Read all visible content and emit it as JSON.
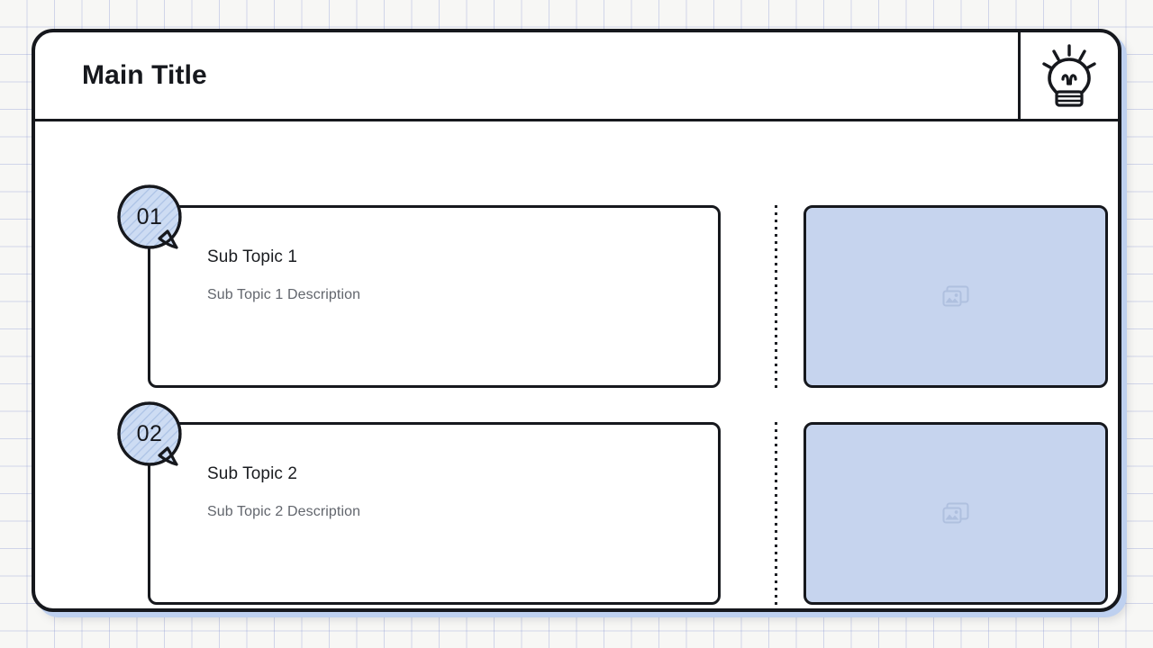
{
  "slide": {
    "header": {
      "title": "Main Title",
      "icon": "lightbulb-icon"
    },
    "accent_color": "#c6d4ee",
    "outline_color": "#16181d",
    "items": [
      {
        "number": "01",
        "title": "Sub Topic 1",
        "description": "Sub Topic 1 Description",
        "media_placeholder_icon": "image-placeholder-icon"
      },
      {
        "number": "02",
        "title": "Sub Topic 2",
        "description": "Sub Topic 2 Description",
        "media_placeholder_icon": "image-placeholder-icon"
      }
    ]
  }
}
